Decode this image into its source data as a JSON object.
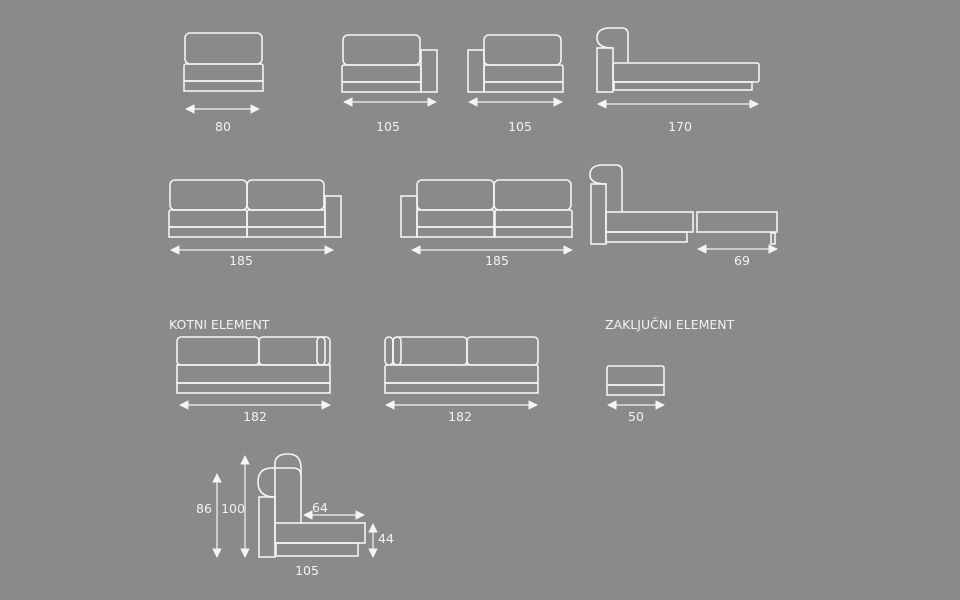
{
  "sections": {
    "corner_title": "KOTNI ELEMENT",
    "end_title": "ZAKLJUČNI ELEMENT"
  },
  "modules": [
    {
      "name": "armless-seat",
      "width": "80"
    },
    {
      "name": "seat-arm-right",
      "width": "105"
    },
    {
      "name": "seat-arm-left",
      "width": "105"
    },
    {
      "name": "chaise",
      "width": "170"
    },
    {
      "name": "two-seat-arm-right",
      "width": "185"
    },
    {
      "name": "two-seat-arm-left",
      "width": "185"
    },
    {
      "name": "recliner-extension",
      "width": "69"
    },
    {
      "name": "corner-left",
      "width": "182"
    },
    {
      "name": "corner-right",
      "width": "182"
    },
    {
      "name": "end-element",
      "width": "50"
    }
  ],
  "side_view": {
    "height_low": "86",
    "height_high": "100",
    "seat_depth": "64",
    "seat_height": "44",
    "depth": "105"
  },
  "colors": {
    "background": "#8a8a88",
    "line": "#f4f4f2"
  }
}
